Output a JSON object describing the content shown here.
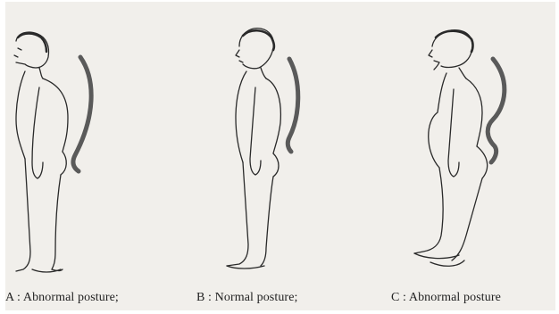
{
  "captions": {
    "a": "A : Abnormal posture;",
    "b": "B : Normal posture;",
    "c": "C : Abnormal posture"
  },
  "figures": [
    {
      "id": "A",
      "spine_curve": "exaggerated",
      "spine_color": "#5a5a5a"
    },
    {
      "id": "B",
      "spine_curve": "normal",
      "spine_color": "#5a5a5a"
    },
    {
      "id": "C",
      "spine_curve": "exaggerated-lordosis",
      "spine_color": "#5a5a5a"
    }
  ],
  "colors": {
    "paper": "#f1efeb",
    "line": "#2a2a2a",
    "spine": "#5a5a5a"
  }
}
